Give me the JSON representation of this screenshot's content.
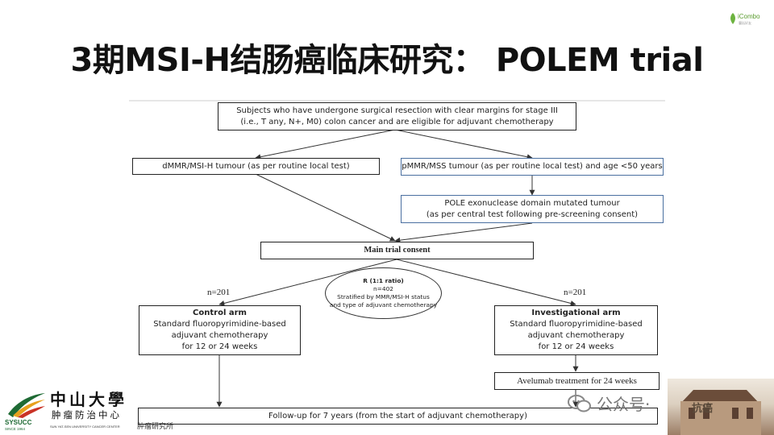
{
  "title": "3期MSI-H结肠癌临床研究：  POLEM trial",
  "brand_top": {
    "name": "iCombo",
    "sub": "囊括好友"
  },
  "flow": {
    "eligibility": [
      "Subjects who have undergone surgical resection with clear margins for stage III",
      "(i.e., T any, N+, M0) colon cancer and are eligible for adjuvant chemotherapy"
    ],
    "dmmr": "dMMR/MSI-H tumour (as per routine local test)",
    "pmmr": "pMMR/MSS tumour (as per routine local test) and age <50 years",
    "pole": [
      "POLE exonuclease domain mutated tumour",
      "(as per central test following pre-screening consent)"
    ],
    "consent": "Main trial consent",
    "randomization": {
      "ratio": "R (1:1 ratio)",
      "n": "n=402",
      "strat1": "Stratified by MMR/MSI-H status",
      "strat2": "and type of adjuvant chemotherapy"
    },
    "n_left": "n=201",
    "n_right": "n=201",
    "control_arm": {
      "title": "Control arm",
      "lines": [
        "Standard fluoropyrimidine-based",
        "adjuvant chemotherapy",
        "for 12 or 24 weeks"
      ]
    },
    "investigational_arm": {
      "title": "Investigational arm",
      "lines": [
        "Standard fluoropyrimidine-based",
        "adjuvant chemotherapy",
        "for 12 or 24 weeks"
      ]
    },
    "avelumab": "Avelumab treatment for 24 weeks",
    "followup": "Follow-up for 7 years (from the start of adjuvant chemotherapy)"
  },
  "footer": {
    "sysucc": "SYSUCC",
    "since": "SINCE 1964",
    "university_cn": "中山大學",
    "center_cn": "肿瘤防治中心",
    "center_en": "SUN YAT-SEN UNIVERSITY CANCER CENTER",
    "institute_cn": "肿瘤研究所",
    "wechat_label": "公众号·",
    "building_sign": "抗癌"
  },
  "colors": {
    "box_border": "#222222",
    "blue_border": "#4a6fa0",
    "brand_green": "#1e6a34"
  }
}
